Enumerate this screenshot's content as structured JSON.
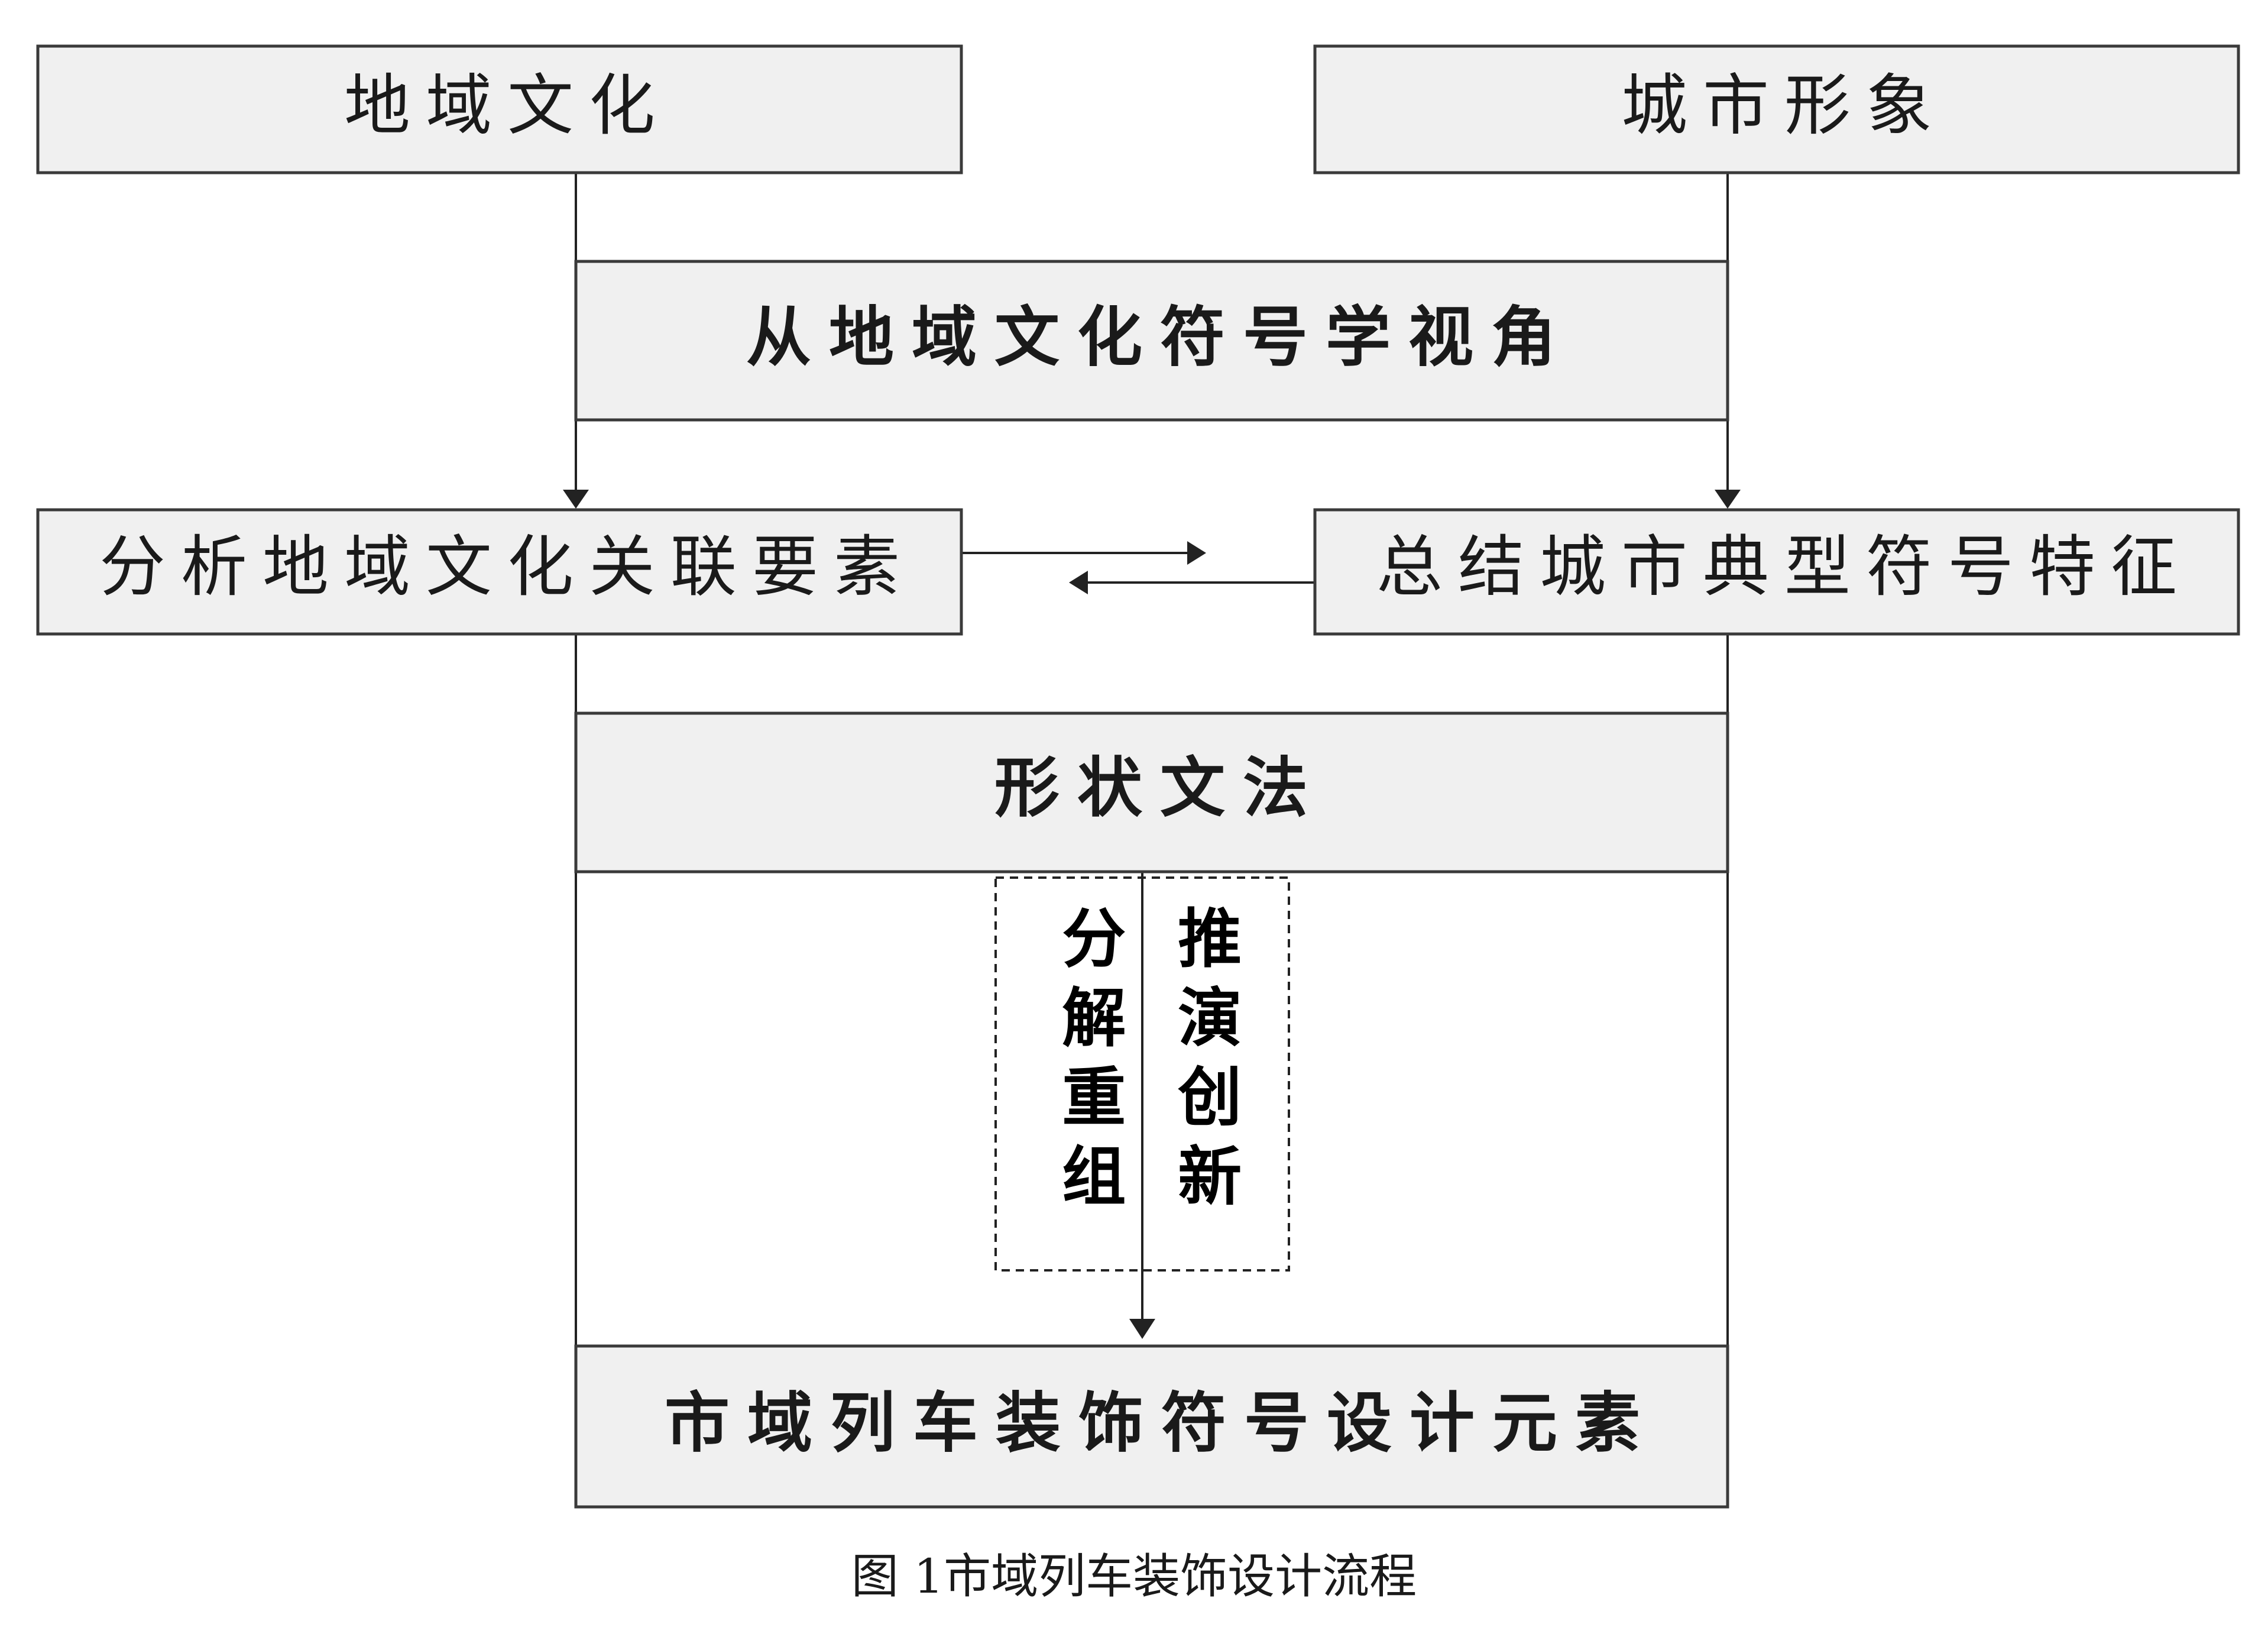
{
  "nodes": {
    "regional_culture": "地域文化",
    "city_image": "城市形象",
    "semiotics_perspective": "从地域文化符号学视角",
    "analyze_elements": "分析地域文化关联要素",
    "summarize_features": "总结城市典型符号特征",
    "shape_grammar": "形状文法",
    "decompose_recombine": "分解重组",
    "deduce_innovate": "推演创新",
    "design_elements": "市域列车装饰符号设计元素"
  },
  "caption": "图 1市域列车装饰设计流程"
}
